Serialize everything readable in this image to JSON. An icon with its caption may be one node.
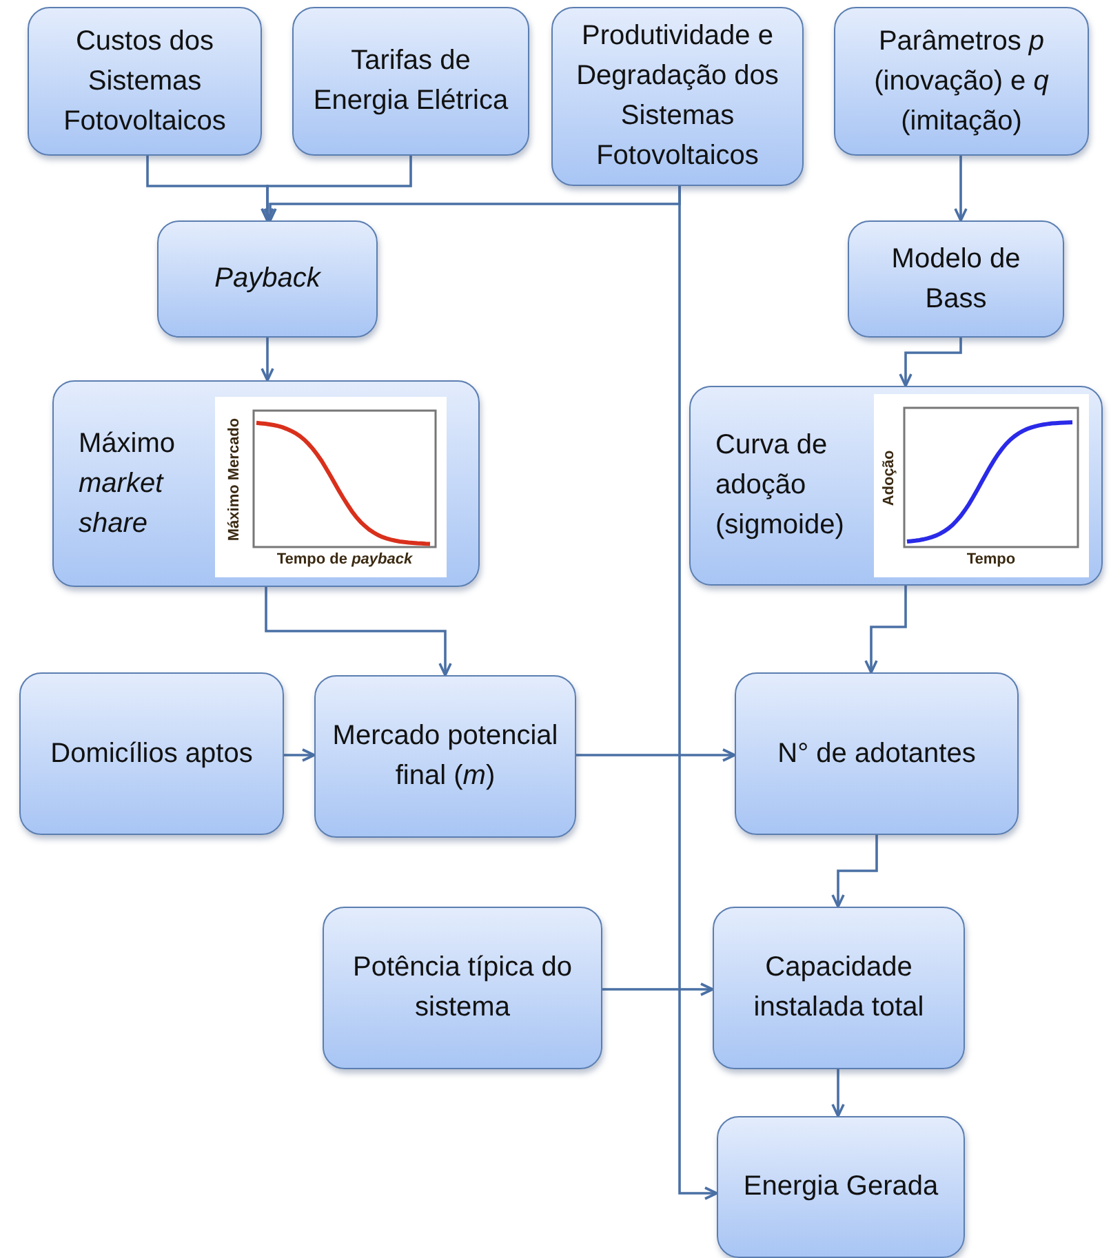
{
  "diagram": {
    "nodes": [
      {
        "text": [
          "Custos dos Sistemas Fotovoltaicos"
        ]
      },
      {
        "text": [
          "Tarifas de Energia Elétrica"
        ]
      },
      {
        "text": [
          "Produtividade e Degradação dos Sistemas Fotovoltaicos"
        ]
      },
      {
        "text": [
          "Parâmetros *p* (inovação) e *q* (imitação)"
        ]
      },
      {
        "text": [
          "Payback"
        ]
      },
      {
        "text": [
          "Máximo *market share*"
        ]
      },
      {
        "text": [
          "Máximo Mercado",
          "Tempo de *payback*"
        ],
        "in": 5
      },
      {
        "text": [
          "Modelo de Bass"
        ]
      },
      {
        "text": [
          "Curva de adoção (sigmoide)"
        ]
      },
      {
        "text": [
          "Adoção",
          "Tempo"
        ],
        "in": 8
      },
      {
        "text": [
          "Domicílios aptos"
        ]
      },
      {
        "text": [
          "Mercado potencial final (*m*)"
        ]
      },
      {
        "text": [
          "N° de adotantes"
        ]
      },
      {
        "text": [
          "Potência típica do sistema"
        ]
      },
      {
        "text": [
          "Capacidade instalada total"
        ]
      },
      {
        "text": [
          "Energia Gerada"
        ]
      }
    ],
    "edges": [
      {
        "from": 0,
        "to": 4,
        "arrow": "to"
      },
      {
        "from": 1,
        "to": 4,
        "arrow": "to"
      },
      {
        "from": 2,
        "to": 4,
        "arrow": "to"
      },
      {
        "from": 2,
        "to": 15,
        "arrow": "to"
      },
      {
        "from": 3,
        "to": 7,
        "arrow": "to"
      },
      {
        "from": 4,
        "to": 5,
        "arrow": "to"
      },
      {
        "from": 7,
        "to": 8,
        "arrow": "to"
      },
      {
        "from": 5,
        "to": 11,
        "arrow": "to"
      },
      {
        "from": 8,
        "to": 12,
        "arrow": "to"
      },
      {
        "from": 10,
        "to": 11,
        "arrow": "to"
      },
      {
        "from": 11,
        "to": 12,
        "arrow": "to"
      },
      {
        "from": 12,
        "to": 14,
        "arrow": "to"
      },
      {
        "from": 13,
        "to": 14,
        "arrow": "to"
      },
      {
        "from": 14,
        "to": 15,
        "arrow": "to"
      }
    ]
  }
}
